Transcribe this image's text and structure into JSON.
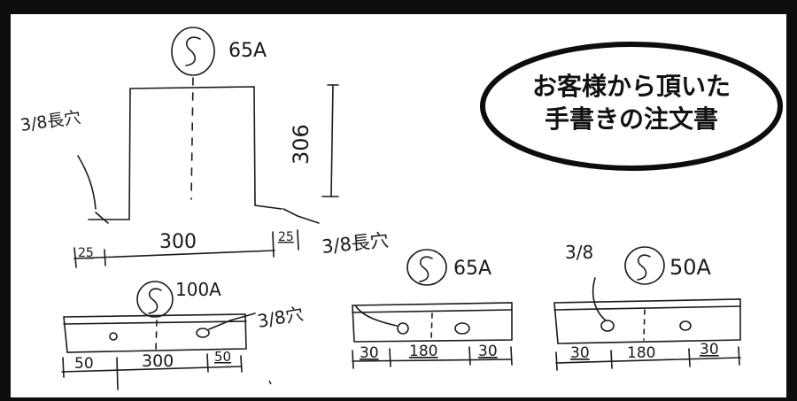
{
  "callout": {
    "line1": "お客様から頂いた",
    "line2": "手書きの注文書"
  },
  "top_drawing": {
    "pipe_label": "65A",
    "slot_label_left": "3/8長穴",
    "slot_label_right": "3/8長穴",
    "height_dim": "306",
    "width_dim": "300",
    "edge_left": "25",
    "edge_right": "25"
  },
  "bar_100a": {
    "pipe_label": "100A",
    "hole_label": "3/8穴",
    "dims": [
      "50",
      "300",
      "50"
    ]
  },
  "bar_65a": {
    "pipe_label": "65A",
    "dims": [
      "30",
      "180",
      "30"
    ]
  },
  "bar_50a": {
    "pipe_label": "50A",
    "hole_label": "3/8",
    "dims": [
      "30",
      "180",
      "30"
    ]
  },
  "colors": {
    "frame": "#0d0d0d",
    "ink": "#1a1a1a",
    "background": "#ffffff"
  }
}
